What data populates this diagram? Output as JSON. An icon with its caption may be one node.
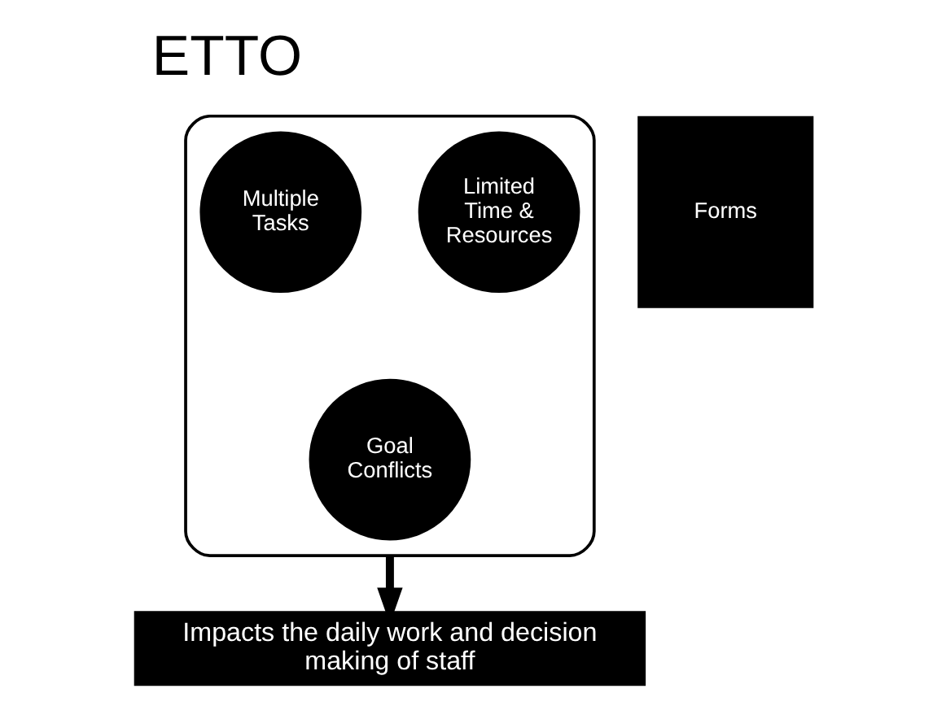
{
  "diagram": {
    "title": "ETTO",
    "nodes": [
      {
        "text": [],
        "shape": "funnel"
      },
      {
        "text": [
          "Limited Time & Resources"
        ],
        "in": 0
      },
      {
        "text": [
          "Multiple Tasks"
        ],
        "in": 0
      },
      {
        "text": [
          "Goal Conflicts"
        ],
        "in": 0
      },
      {
        "text": [
          "Forms"
        ]
      },
      {
        "text": [
          "Impacts the daily work and decision making of staff"
        ]
      }
    ],
    "edges": [
      {
        "from": 0,
        "to": 5,
        "arrow": "to"
      }
    ]
  }
}
